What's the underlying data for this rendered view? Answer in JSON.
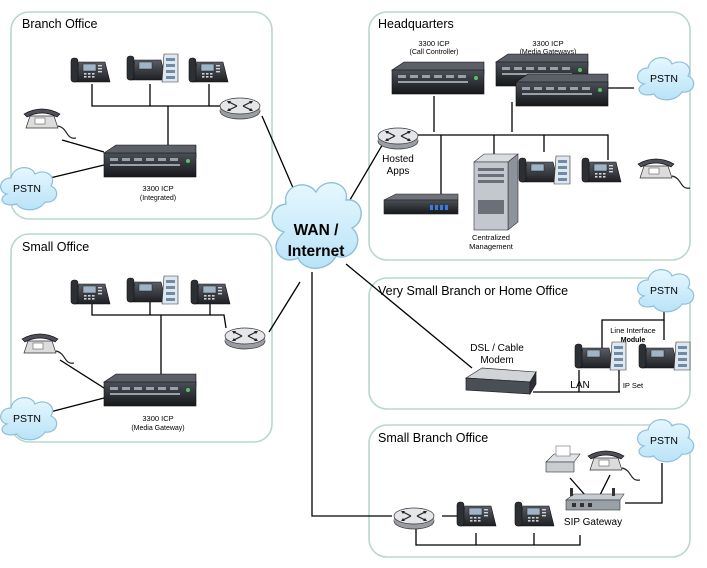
{
  "regions": {
    "branch_office": "Branch Office",
    "small_office": "Small Office",
    "headquarters": "Headquarters",
    "very_small_branch": "Very Small Branch or Home Office",
    "small_branch_office": "Small Branch Office"
  },
  "wan": {
    "line1": "WAN /",
    "line2": "Internet"
  },
  "clouds": {
    "pstn": "PSTN"
  },
  "labels": {
    "branch_icp": "3300 ICP",
    "branch_icp_sub": "(Integrated)",
    "small_icp": "3300 ICP",
    "small_icp_sub": "(Media Gateway)",
    "hq_icp1": "3300 ICP",
    "hq_icp1_sub": "(Call Controller)",
    "hq_icp2": "3300 ICP",
    "hq_icp2_sub": "(Media Gateways)",
    "hosted_apps_1": "Hosted",
    "hosted_apps_2": "Apps",
    "centralized_1": "Centralized",
    "centralized_2": "Management",
    "dsl_1": "DSL / Cable",
    "dsl_2": "Modem",
    "line_interface": "Line Interface",
    "module": "Module",
    "lan": "LAN",
    "ip_set": "IP Set",
    "sip_gateway": "SIP Gateway"
  },
  "colors": {
    "region_border": "#b8d8cc",
    "cloud_fill": "#cfeefc",
    "cloud_stroke": "#8fbfd9",
    "device_dark": "#2a2d33"
  }
}
